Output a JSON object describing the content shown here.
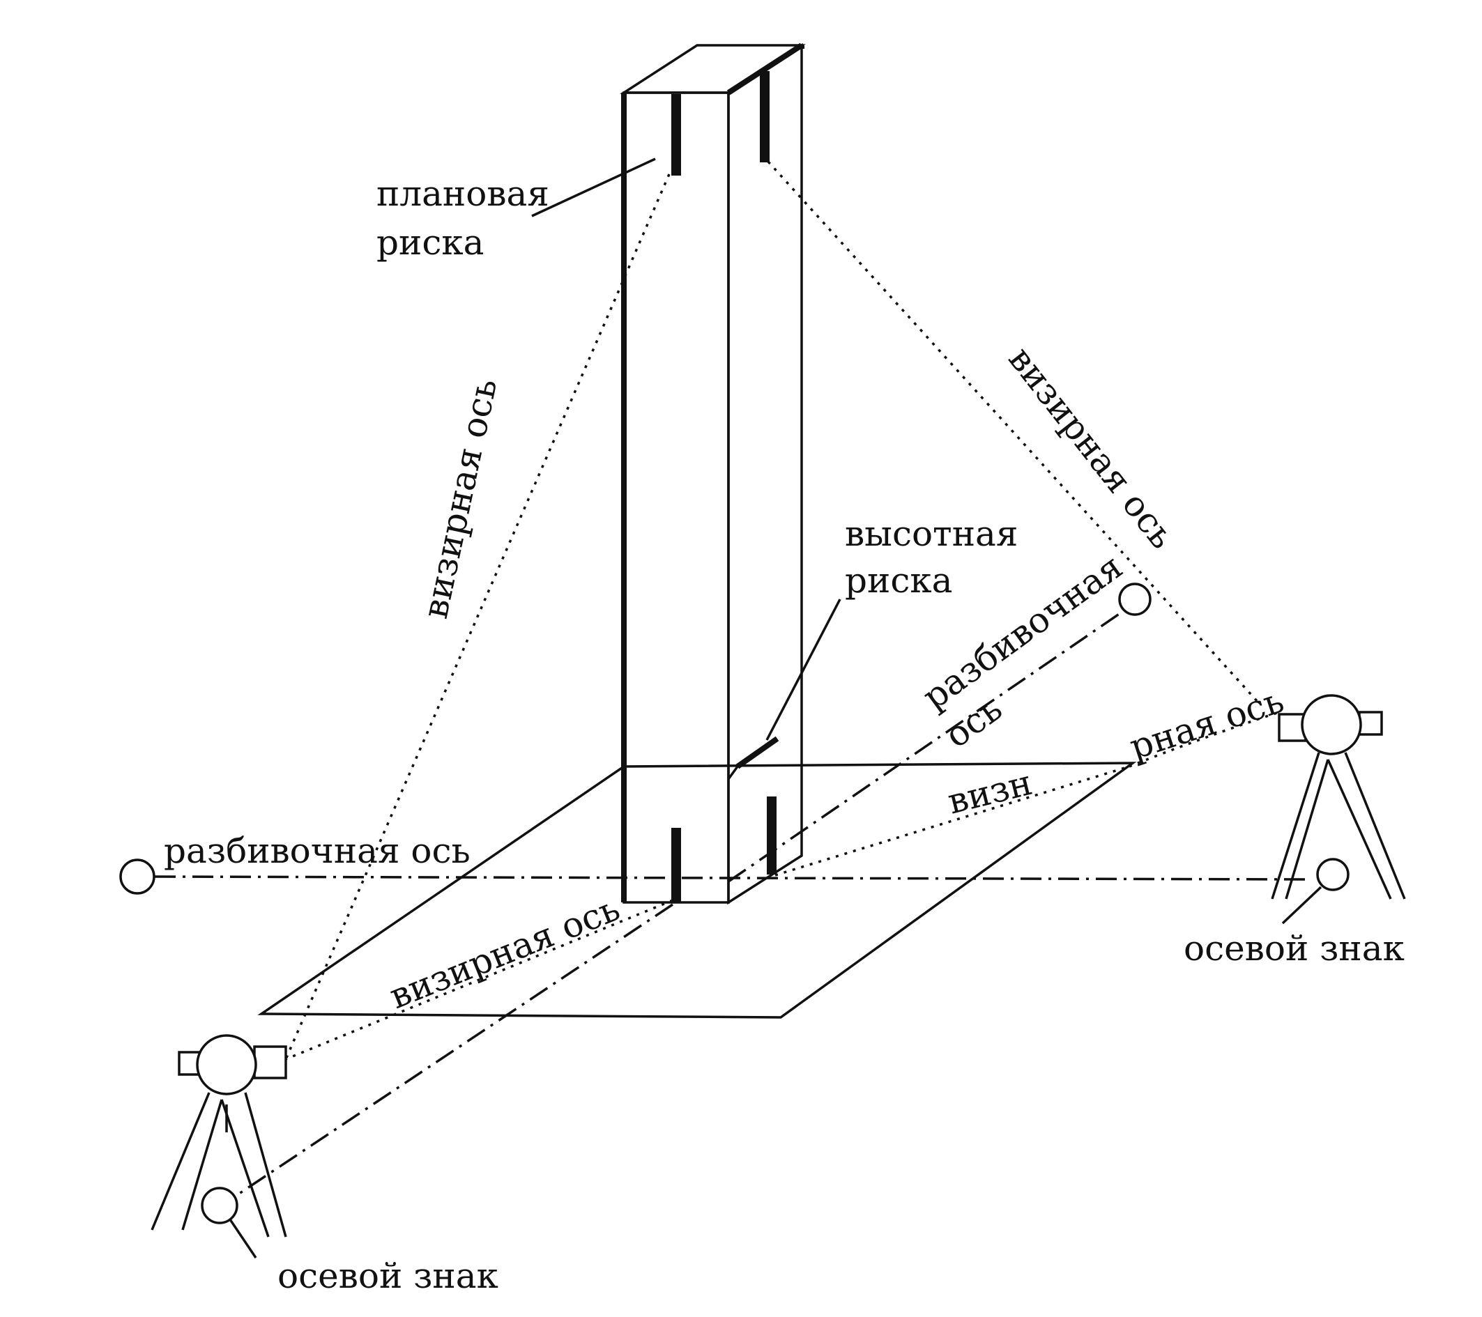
{
  "labels": {
    "planovaya_1": "плановая",
    "planovaya_2": "риска",
    "vysotnaya_1": "высотная",
    "vysotnaya_2": "риска",
    "vizir_left": "визирная ось",
    "vizir_right": "визирная ось",
    "vizir_bottom": "визирная ось",
    "vizir_center_a": "визн",
    "vizir_center_b": "рная ось",
    "razbiv_left": "разбивочная ось",
    "razbiv_right_1": "разбивочная",
    "razbiv_right_2": "ось",
    "axis_sign_left": "осевой знак",
    "axis_sign_right": "осевой знак"
  }
}
